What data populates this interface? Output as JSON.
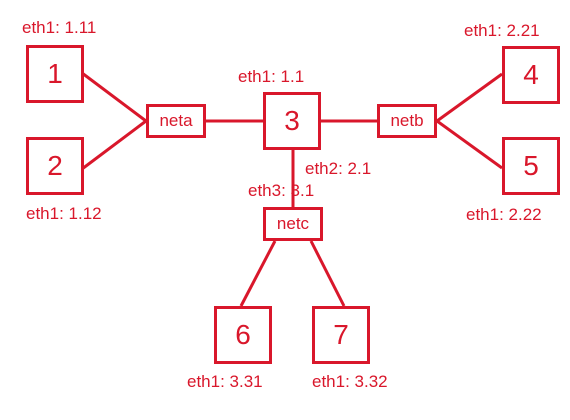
{
  "colors": {
    "accent": "#d9172b",
    "background": "#ffffff"
  },
  "hosts": [
    {
      "id": "1",
      "label": "1",
      "address": "eth1: 1.11"
    },
    {
      "id": "2",
      "label": "2",
      "address": "eth1: 1.12"
    },
    {
      "id": "3",
      "label": "3",
      "address_eth1": "eth1: 1.1",
      "address_eth2": "eth2: 2.1",
      "address_eth3": "eth3: 3.1"
    },
    {
      "id": "4",
      "label": "4",
      "address": "eth1: 2.21"
    },
    {
      "id": "5",
      "label": "5",
      "address": "eth1: 2.22"
    },
    {
      "id": "6",
      "label": "6",
      "address": "eth1: 3.31"
    },
    {
      "id": "7",
      "label": "7",
      "address": "eth1: 3.32"
    }
  ],
  "networks": [
    {
      "id": "neta",
      "label": "neta"
    },
    {
      "id": "netb",
      "label": "netb"
    },
    {
      "id": "netc",
      "label": "netc"
    }
  ]
}
